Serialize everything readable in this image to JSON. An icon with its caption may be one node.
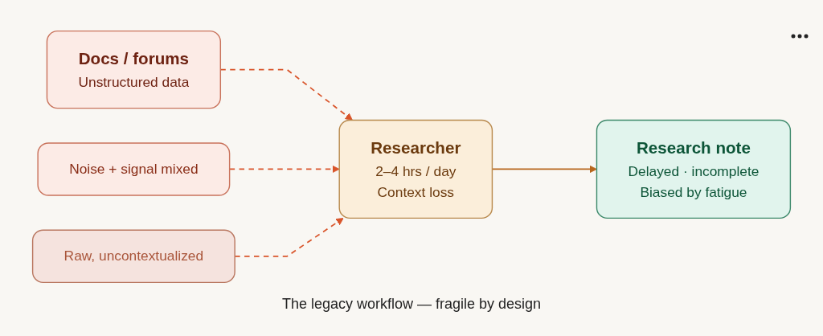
{
  "diagram": {
    "caption": "The legacy workflow — fragile by design",
    "nodes": [
      {
        "text": [
          "Docs / forums",
          "Unstructured data"
        ]
      },
      {
        "text": [
          "Noise + signal mixed"
        ]
      },
      {
        "text": [
          "Raw, uncontextualized"
        ]
      },
      {
        "text": [
          "Researcher",
          "2–4 hrs / day",
          "Context loss"
        ]
      },
      {
        "text": [
          "Research note",
          "Delayed · incomplete",
          "Biased by fatigue"
        ]
      }
    ],
    "edges": [
      {
        "from": 0,
        "to": 3,
        "arrow": "to",
        "style": "dashed"
      },
      {
        "from": 1,
        "to": 3,
        "arrow": "to",
        "style": "dashed"
      },
      {
        "from": 2,
        "to": 3,
        "arrow": "to",
        "style": "dashed"
      },
      {
        "from": 3,
        "to": 4,
        "arrow": "to",
        "color": "#b8661c"
      }
    ]
  }
}
